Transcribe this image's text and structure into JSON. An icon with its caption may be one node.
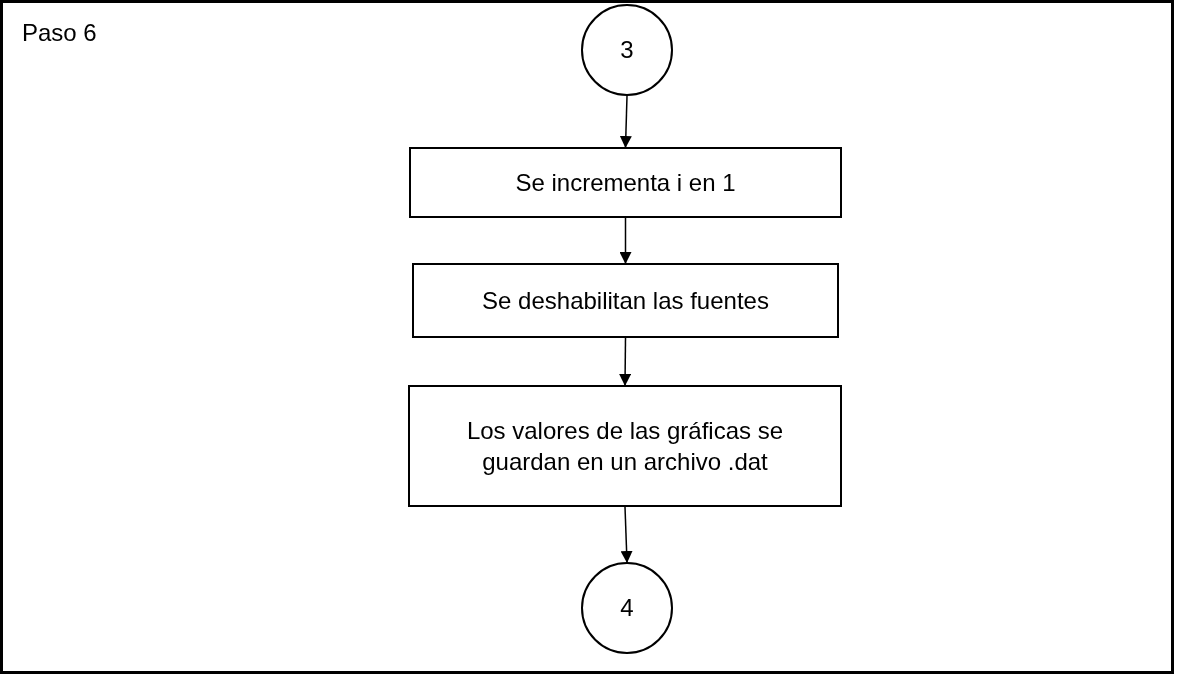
{
  "diagram": {
    "nodes": [
      {
        "text": [
          "Paso 6"
        ]
      },
      {
        "text": [
          "3"
        ],
        "in": 0
      },
      {
        "text": [
          "Se incrementa i en 1"
        ],
        "in": 0
      },
      {
        "text": [
          "Se deshabilitan las fuentes"
        ],
        "in": 0
      },
      {
        "text": [
          "Los valores de las gráficas se guardan en un archivo .dat"
        ],
        "in": 0
      },
      {
        "text": [
          "4"
        ],
        "in": 0
      }
    ],
    "edges": [
      {
        "from": 1,
        "to": 2,
        "arrow": "to"
      },
      {
        "from": 2,
        "to": 3,
        "arrow": "to"
      },
      {
        "from": 3,
        "to": 4,
        "arrow": "to"
      },
      {
        "from": 4,
        "to": 5,
        "arrow": "to"
      }
    ]
  }
}
